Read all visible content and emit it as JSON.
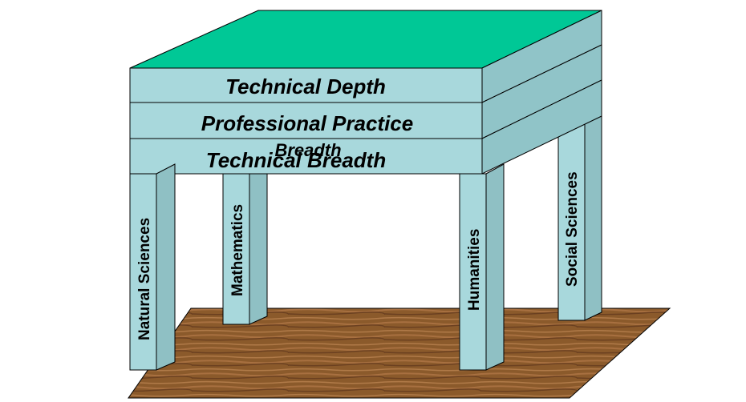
{
  "layers": {
    "top": "Technical Depth",
    "middle": "Professional Practice",
    "middle_overflow": "Breadth",
    "bottom": "Technical Breadth"
  },
  "pillars": {
    "front_left": "Natural Sciences",
    "back_left": "Mathematics",
    "front_right": "Humanities",
    "back_right": "Social Sciences"
  },
  "colors": {
    "tabletop": "#00C896",
    "slab": "#A8D8DC",
    "slab_side": "#90C4C8",
    "pillar": "#A8D8DC",
    "pillar_side": "#8FC0C4",
    "outline": "#000000",
    "floor": "#8B5A2B"
  }
}
